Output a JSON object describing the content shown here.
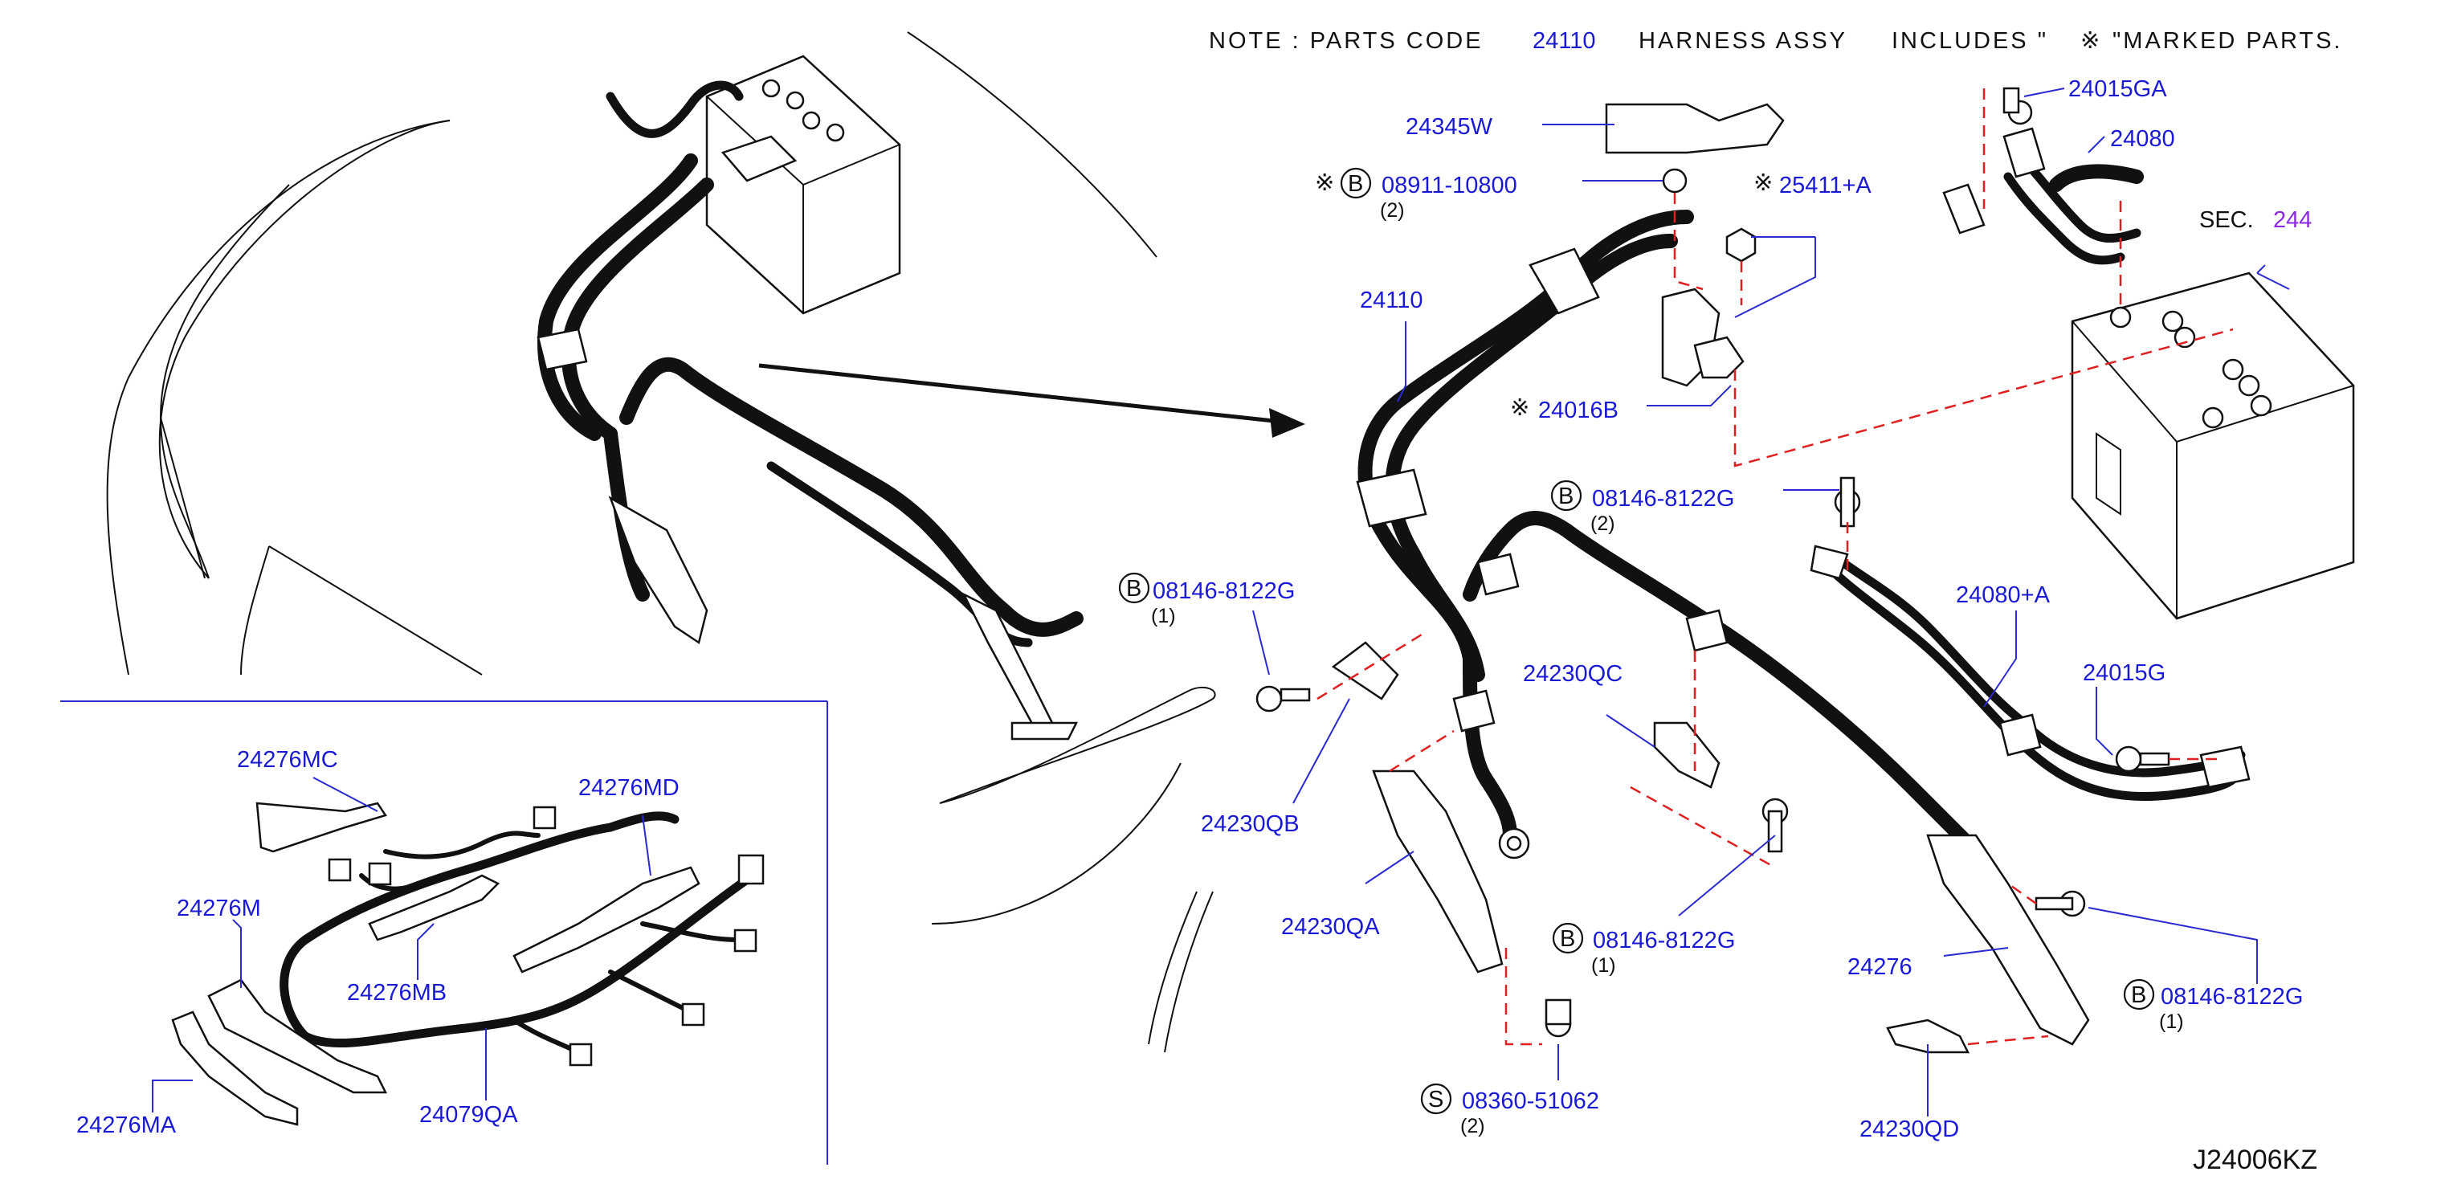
{
  "note": {
    "prefix": "NOTE : PARTS CODE",
    "code": "24110",
    "middle": "HARNESS ASSY",
    "includes": "INCLUDES \"",
    "symbol": "※",
    "suffix": "\"MARKED PARTS."
  },
  "labels": {
    "p24345W": "24345W",
    "p08911": "08911-10800",
    "p08911_qty": "(2)",
    "p25411A": "25411+A",
    "p24110": "24110",
    "p24016B": "24016B",
    "p24015GA": "24015GA",
    "p24080": "24080",
    "sec_label": "SEC.",
    "sec_num": "244",
    "p08146_a": "08146-8122G",
    "p08146_a_qty": "(2)",
    "p08146_b": "08146-8122G",
    "p08146_b_qty": "(1)",
    "p24080A": "24080+A",
    "p24015G": "24015G",
    "p24230QC": "24230QC",
    "p24230QB": "24230QB",
    "p24230QA": "24230QA",
    "p08146_c": "08146-8122G",
    "p08146_c_qty": "(1)",
    "p24276": "24276",
    "p08146_d": "08146-8122G",
    "p08146_d_qty": "(1)",
    "p08360": "08360-51062",
    "p08360_qty": "(2)",
    "p24230QD": "24230QD",
    "p24276MC": "24276MC",
    "p24276MD": "24276MD",
    "p24276M": "24276M",
    "p24276MB": "24276MB",
    "p24276MA": "24276MA",
    "p24079QA": "24079QA",
    "diagram_code": "J24006KZ"
  },
  "callouts": {
    "bolt": "B",
    "screw": "S",
    "mark": "※"
  },
  "colors": {
    "part_number": "#1a1ad6",
    "section_number": "#8a2be2",
    "dashed_leader": "#e02020"
  }
}
